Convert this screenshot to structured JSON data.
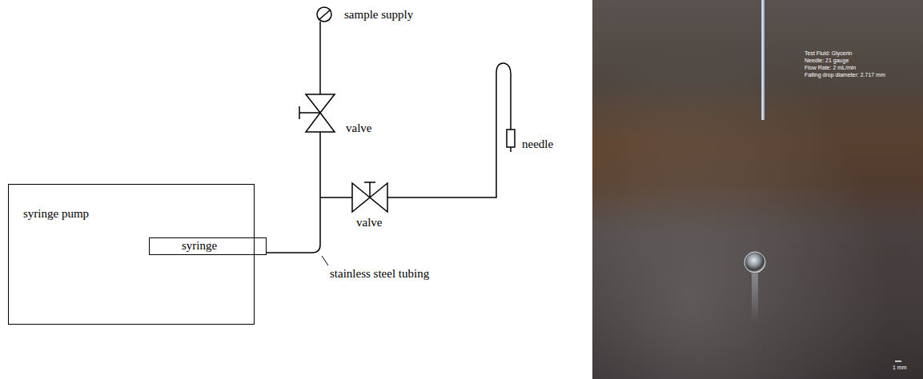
{
  "diagram": {
    "nodes": [
      {
        "text": [
          "syringe pump"
        ]
      },
      {
        "text": [
          "syringe"
        ],
        "in": 0
      }
    ],
    "labels": [
      "sample supply",
      "valve",
      "valve",
      "needle",
      "stainless steel tubing",
      "Test Fluid: Glycerin",
      "Needle: 21 gauge",
      "Flow Rate: 2 mL/min",
      "Falling drop diameter: 2.717 mm",
      "1 mm"
    ]
  }
}
